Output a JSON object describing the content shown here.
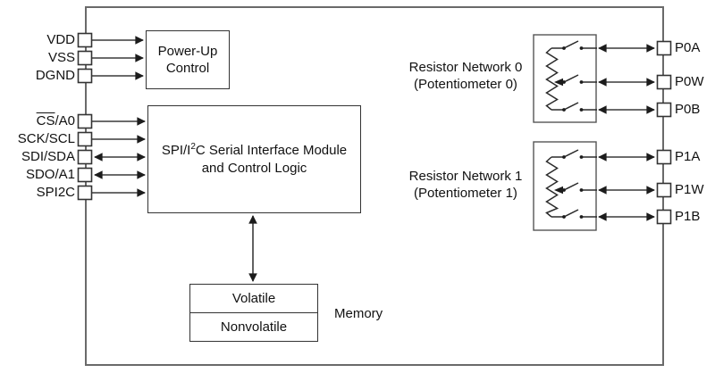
{
  "diagram": {
    "left_pins": [
      {
        "over": "",
        "label": "VDD"
      },
      {
        "over": "",
        "label": "VSS"
      },
      {
        "over": "",
        "label": "DGND"
      },
      {
        "over": "CS",
        "label": "/A0"
      },
      {
        "over": "",
        "label": "SCK/SCL"
      },
      {
        "over": "",
        "label": "SDI/SDA"
      },
      {
        "over": "",
        "label": "SDO/A1"
      },
      {
        "over": "",
        "label": "SPI2C"
      }
    ],
    "right_pins": [
      {
        "label": "P0A"
      },
      {
        "label": "P0W"
      },
      {
        "label": "P0B"
      },
      {
        "label": "P1A"
      },
      {
        "label": "P1W"
      },
      {
        "label": "P1B"
      }
    ],
    "blocks": {
      "power_up": {
        "line1": "Power-Up",
        "line2": "Control"
      },
      "serial_interface": {
        "pre": "SPI/I",
        "sup": "2",
        "post": "C Serial Interface Module",
        "line2": "and Control Logic"
      },
      "memory": {
        "cell_top": "Volatile",
        "cell_bottom": "Nonvolatile",
        "label": "Memory"
      },
      "resistor_network_0": {
        "line1": "Resistor Network 0",
        "line2": "(Potentiometer 0)"
      },
      "resistor_network_1": {
        "line1": "Resistor Network 1",
        "line2": "(Potentiometer 1)"
      }
    },
    "colors": {
      "line": "#3a3a3a",
      "outline": "#6a6a6a",
      "text": "#111111",
      "background": "#ffffff"
    }
  }
}
